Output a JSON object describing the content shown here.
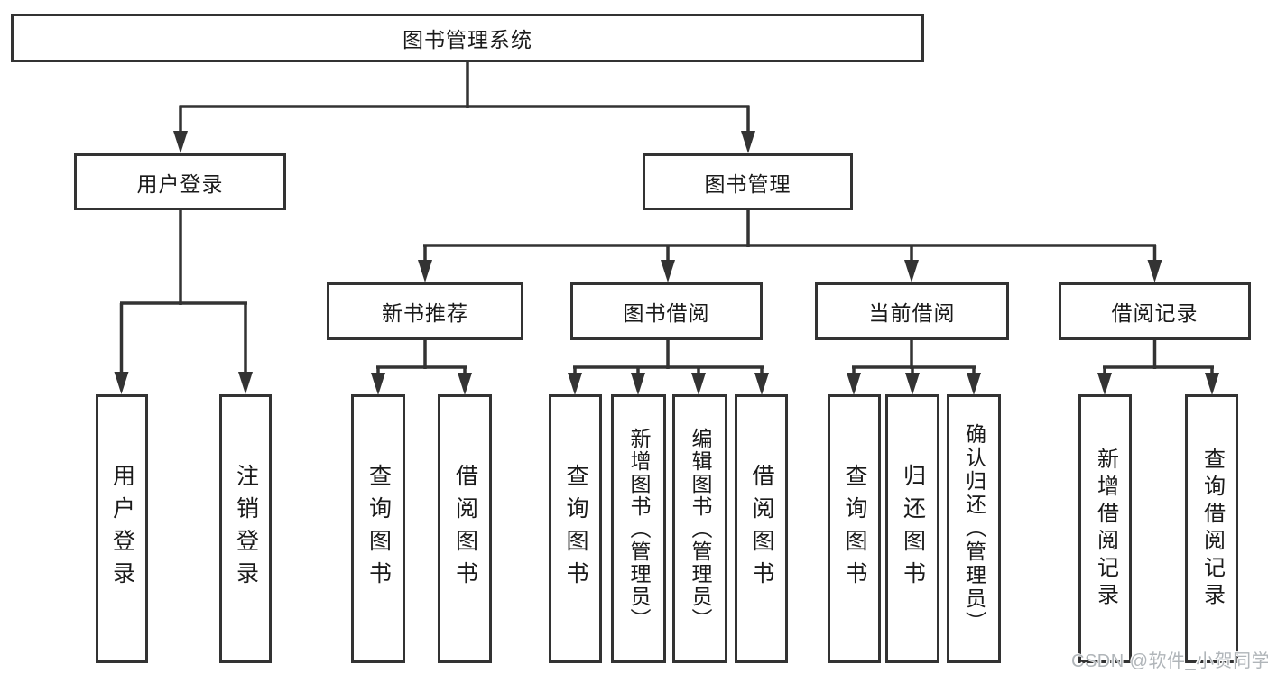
{
  "diagram": {
    "nodes": {
      "root": "图书管理系统",
      "user_login_branch": "用户登录",
      "book_management": "图书管理",
      "new_book_recommend": "新书推荐",
      "book_borrowing": "图书借阅",
      "current_borrowing": "当前借阅",
      "borrowing_records": "借阅记录",
      "leaf_user_login": "用户登录",
      "leaf_logout": "注销登录",
      "leaf_query_books_1": "查询图书",
      "leaf_borrow_books_1": "借阅图书",
      "leaf_query_books_2": "查询图书",
      "leaf_add_books_admin": "新增图书（管理员）",
      "leaf_edit_books_admin": "编辑图书（管理员）",
      "leaf_borrow_books_2": "借阅图书",
      "leaf_query_books_3": "查询图书",
      "leaf_return_books": "归还图书",
      "leaf_confirm_return_admin": "确认归还（管理员）",
      "leaf_add_borrow_record": "新增借阅记录",
      "leaf_query_borrow_record": "查询借阅记录"
    },
    "watermark": "CSDN @软件_小贺同学",
    "colors": {
      "line": "#333333",
      "border": "#333333",
      "fill": "#ffffff",
      "text": "#1a1a1a",
      "watermark": "#b0b5b9"
    }
  }
}
